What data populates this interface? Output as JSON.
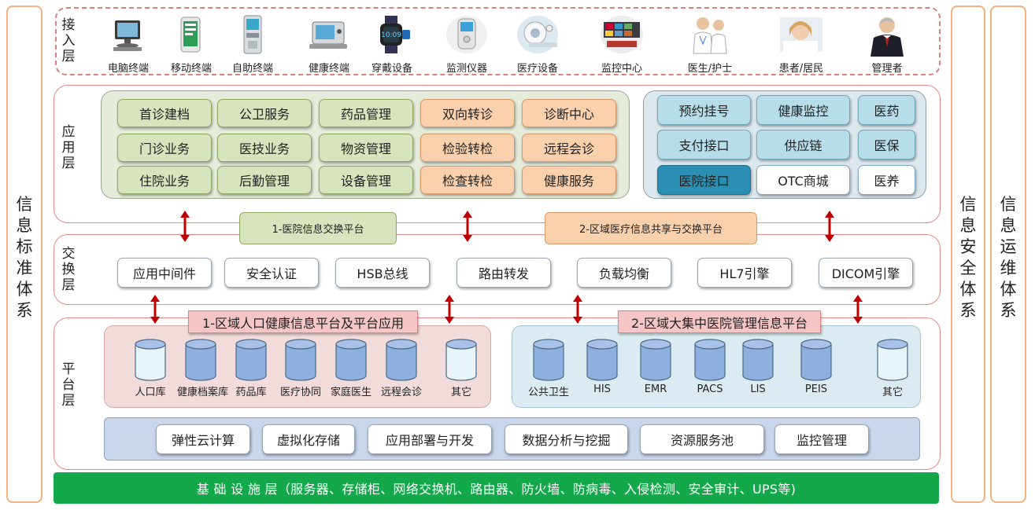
{
  "side_panels": {
    "left": "信息标准体系",
    "right_security": "信息安全体系",
    "right_ops": "信息运维体系"
  },
  "access_layer": {
    "label": "接入层",
    "terminals": [
      {
        "label": "电脑终端",
        "icon": "computer-icon"
      },
      {
        "label": "移动终端",
        "icon": "smartphone-icon"
      },
      {
        "label": "自助终端",
        "icon": "kiosk-icon"
      },
      {
        "label": "健康终端",
        "icon": "health-terminal-icon"
      },
      {
        "label": "穿戴设备",
        "icon": "smartwatch-icon"
      },
      {
        "label": "监测仪器",
        "icon": "monitor-device-icon"
      },
      {
        "label": "医疗设备",
        "icon": "medical-scanner-icon"
      },
      {
        "label": "监控中心",
        "icon": "control-center-icon"
      },
      {
        "label": "医生/护士",
        "icon": "doctor-nurse-icon"
      },
      {
        "label": "患者/居民",
        "icon": "patient-icon"
      },
      {
        "label": "管理者",
        "icon": "manager-icon"
      }
    ]
  },
  "app_layer": {
    "label": "应用层",
    "left_grid": [
      [
        "首诊建档",
        "公卫服务",
        "药品管理",
        "双向转诊",
        "诊断中心"
      ],
      [
        "门诊业务",
        "医技业务",
        "物资管理",
        "检验转检",
        "远程会诊"
      ],
      [
        "住院业务",
        "后勤管理",
        "设备管理",
        "检查转检",
        "健康服务"
      ]
    ],
    "right_grid": [
      [
        "预约挂号",
        "健康监控",
        "医药"
      ],
      [
        "支付接口",
        "供应链",
        "医保"
      ],
      [
        "医院接口",
        "OTC商城",
        "医养"
      ]
    ]
  },
  "exchange_layer": {
    "label": "交换层",
    "platform1": "1-医院信息交换平台",
    "platform2": "2-区域医疗信息共享与交换平台",
    "items": [
      "应用中间件",
      "安全认证",
      "HSB总线",
      "路由转发",
      "负载均衡",
      "HL7引擎",
      "DICOM引擎"
    ]
  },
  "platform_layer": {
    "label": "平台层",
    "left_title": "1-区域人口健康信息平台及平台应用",
    "right_title": "2-区域大集中医院管理信息平台",
    "left_dbs": [
      "人口库",
      "健康档案库",
      "药品库",
      "医疗协同",
      "家庭医生",
      "远程会诊",
      "其它"
    ],
    "right_dbs": [
      "公共卫生",
      "HIS",
      "EMR",
      "PACS",
      "LIS",
      "PEIS",
      "其它"
    ],
    "services": [
      "弹性云计算",
      "虚拟化存储",
      "应用部署与开发",
      "数据分析与挖掘",
      "资源服务池",
      "监控管理"
    ]
  },
  "infra_layer": {
    "text": "基 础 设 施 层（服务器、存储柜、网络交换机、路由器、防火墙、防病毒、入侵检测、安全审计、UPS等)"
  },
  "colors": {
    "green_btn": "#d7e4bd",
    "orange_btn": "#fbd1ad",
    "blue_btn": "#b7dde8",
    "dark_blue_btn": "#2b8fb4",
    "pink_tag": "#f6c6c6",
    "infra_green": "#13a84a",
    "arrow_red": "#c00000"
  }
}
